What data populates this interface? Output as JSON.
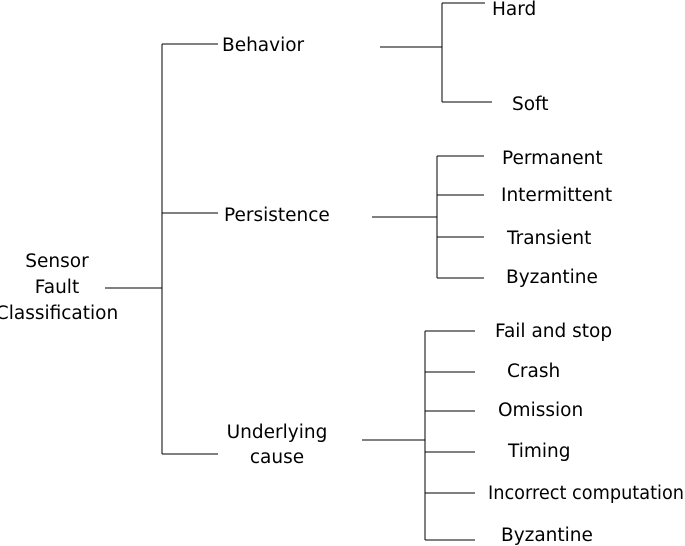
{
  "root": {
    "label_lines": [
      "Sensor",
      "Fault",
      "Classification"
    ]
  },
  "categories": [
    {
      "label_lines": [
        "Behavior"
      ],
      "children": [
        "Hard",
        "Soft"
      ]
    },
    {
      "label_lines": [
        "Persistence"
      ],
      "children": [
        "Permanent",
        "Intermittent",
        "Transient",
        "Byzantine"
      ]
    },
    {
      "label_lines": [
        "Underlying",
        "cause"
      ],
      "children": [
        "Fail and stop",
        "Crash",
        "Omission",
        "Timing",
        "Incorrect computation",
        "Byzantine"
      ]
    }
  ]
}
